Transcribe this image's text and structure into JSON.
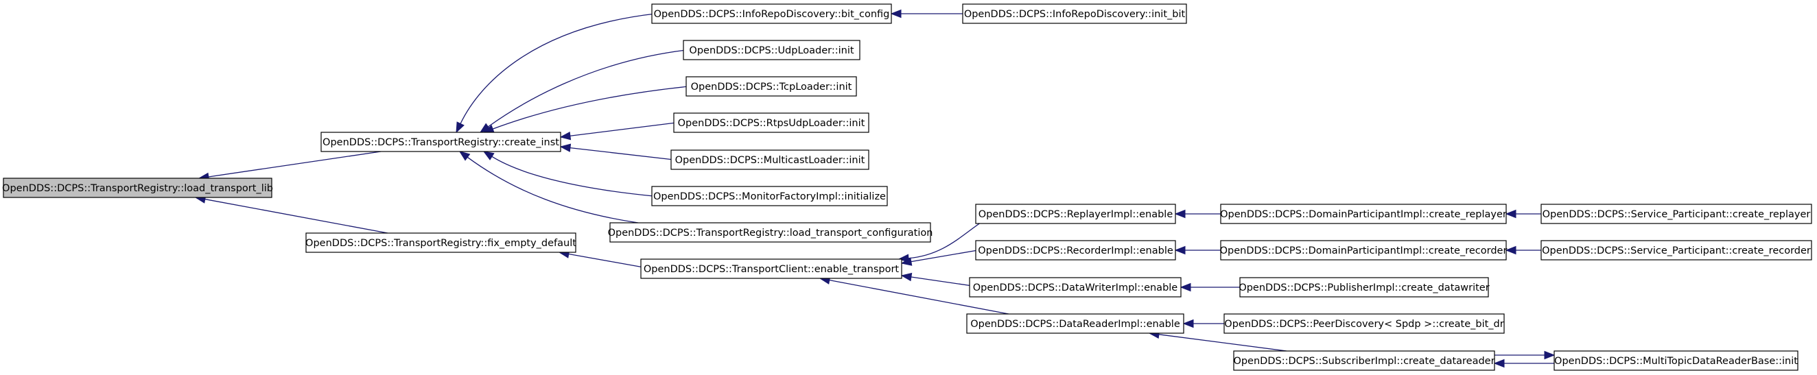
{
  "diagram": {
    "type": "call-graph",
    "nodes": [
      {
        "id": "load_transport_lib",
        "label": "OpenDDS::DCPS::TransportRegistry::load_transport_lib",
        "root": true
      },
      {
        "id": "create_inst",
        "label": "OpenDDS::DCPS::TransportRegistry::create_inst"
      },
      {
        "id": "fix_empty_default",
        "label": "OpenDDS::DCPS::TransportRegistry::fix_empty_default"
      },
      {
        "id": "bit_config",
        "label": "OpenDDS::DCPS::InfoRepoDiscovery::bit_config"
      },
      {
        "id": "init_bit",
        "label": "OpenDDS::DCPS::InfoRepoDiscovery::init_bit"
      },
      {
        "id": "udp_init",
        "label": "OpenDDS::DCPS::UdpLoader::init"
      },
      {
        "id": "tcp_init",
        "label": "OpenDDS::DCPS::TcpLoader::init"
      },
      {
        "id": "rtps_init",
        "label": "OpenDDS::DCPS::RtpsUdpLoader::init"
      },
      {
        "id": "mcast_init",
        "label": "OpenDDS::DCPS::MulticastLoader::init"
      },
      {
        "id": "monitor_init",
        "label": "OpenDDS::DCPS::MonitorFactoryImpl::initialize"
      },
      {
        "id": "load_transport_configuration",
        "label": "OpenDDS::DCPS::TransportRegistry::load_transport_configuration"
      },
      {
        "id": "enable_transport",
        "label": "OpenDDS::DCPS::TransportClient::enable_transport"
      },
      {
        "id": "replayer_enable",
        "label": "OpenDDS::DCPS::ReplayerImpl::enable"
      },
      {
        "id": "recorder_enable",
        "label": "OpenDDS::DCPS::RecorderImpl::enable"
      },
      {
        "id": "dw_enable",
        "label": "OpenDDS::DCPS::DataWriterImpl::enable"
      },
      {
        "id": "dr_enable",
        "label": "OpenDDS::DCPS::DataReaderImpl::enable"
      },
      {
        "id": "dp_create_replayer",
        "label": "OpenDDS::DCPS::DomainParticipantImpl::create_replayer"
      },
      {
        "id": "dp_create_recorder",
        "label": "OpenDDS::DCPS::DomainParticipantImpl::create_recorder"
      },
      {
        "id": "pub_create_datawriter",
        "label": "OpenDDS::DCPS::PublisherImpl::create_datawriter"
      },
      {
        "id": "peer_create_bit_dr",
        "label": "OpenDDS::DCPS::PeerDiscovery< Spdp >::create_bit_dr"
      },
      {
        "id": "sub_create_datareader",
        "label": "OpenDDS::DCPS::SubscriberImpl::create_datareader"
      },
      {
        "id": "sp_create_replayer",
        "label": "OpenDDS::DCPS::Service_Participant::create_replayer"
      },
      {
        "id": "sp_create_recorder",
        "label": "OpenDDS::DCPS::Service_Participant::create_recorder"
      },
      {
        "id": "mtdrb_init",
        "label": "OpenDDS::DCPS::MultiTopicDataReaderBase::init"
      }
    ],
    "edges": [
      {
        "from": "create_inst",
        "to": "load_transport_lib"
      },
      {
        "from": "fix_empty_default",
        "to": "load_transport_lib"
      },
      {
        "from": "bit_config",
        "to": "create_inst"
      },
      {
        "from": "udp_init",
        "to": "create_inst"
      },
      {
        "from": "tcp_init",
        "to": "create_inst"
      },
      {
        "from": "rtps_init",
        "to": "create_inst"
      },
      {
        "from": "mcast_init",
        "to": "create_inst"
      },
      {
        "from": "monitor_init",
        "to": "create_inst"
      },
      {
        "from": "load_transport_configuration",
        "to": "create_inst"
      },
      {
        "from": "init_bit",
        "to": "bit_config"
      },
      {
        "from": "enable_transport",
        "to": "fix_empty_default"
      },
      {
        "from": "replayer_enable",
        "to": "enable_transport"
      },
      {
        "from": "recorder_enable",
        "to": "enable_transport"
      },
      {
        "from": "dw_enable",
        "to": "enable_transport"
      },
      {
        "from": "dr_enable",
        "to": "enable_transport"
      },
      {
        "from": "dp_create_replayer",
        "to": "replayer_enable"
      },
      {
        "from": "dp_create_recorder",
        "to": "recorder_enable"
      },
      {
        "from": "pub_create_datawriter",
        "to": "dw_enable"
      },
      {
        "from": "peer_create_bit_dr",
        "to": "dr_enable"
      },
      {
        "from": "sub_create_datareader",
        "to": "dr_enable"
      },
      {
        "from": "sp_create_replayer",
        "to": "dp_create_replayer"
      },
      {
        "from": "sp_create_recorder",
        "to": "dp_create_recorder"
      },
      {
        "from": "mtdrb_init",
        "to": "sub_create_datareader"
      },
      {
        "from": "sub_create_datareader",
        "to": "mtdrb_init"
      }
    ]
  }
}
